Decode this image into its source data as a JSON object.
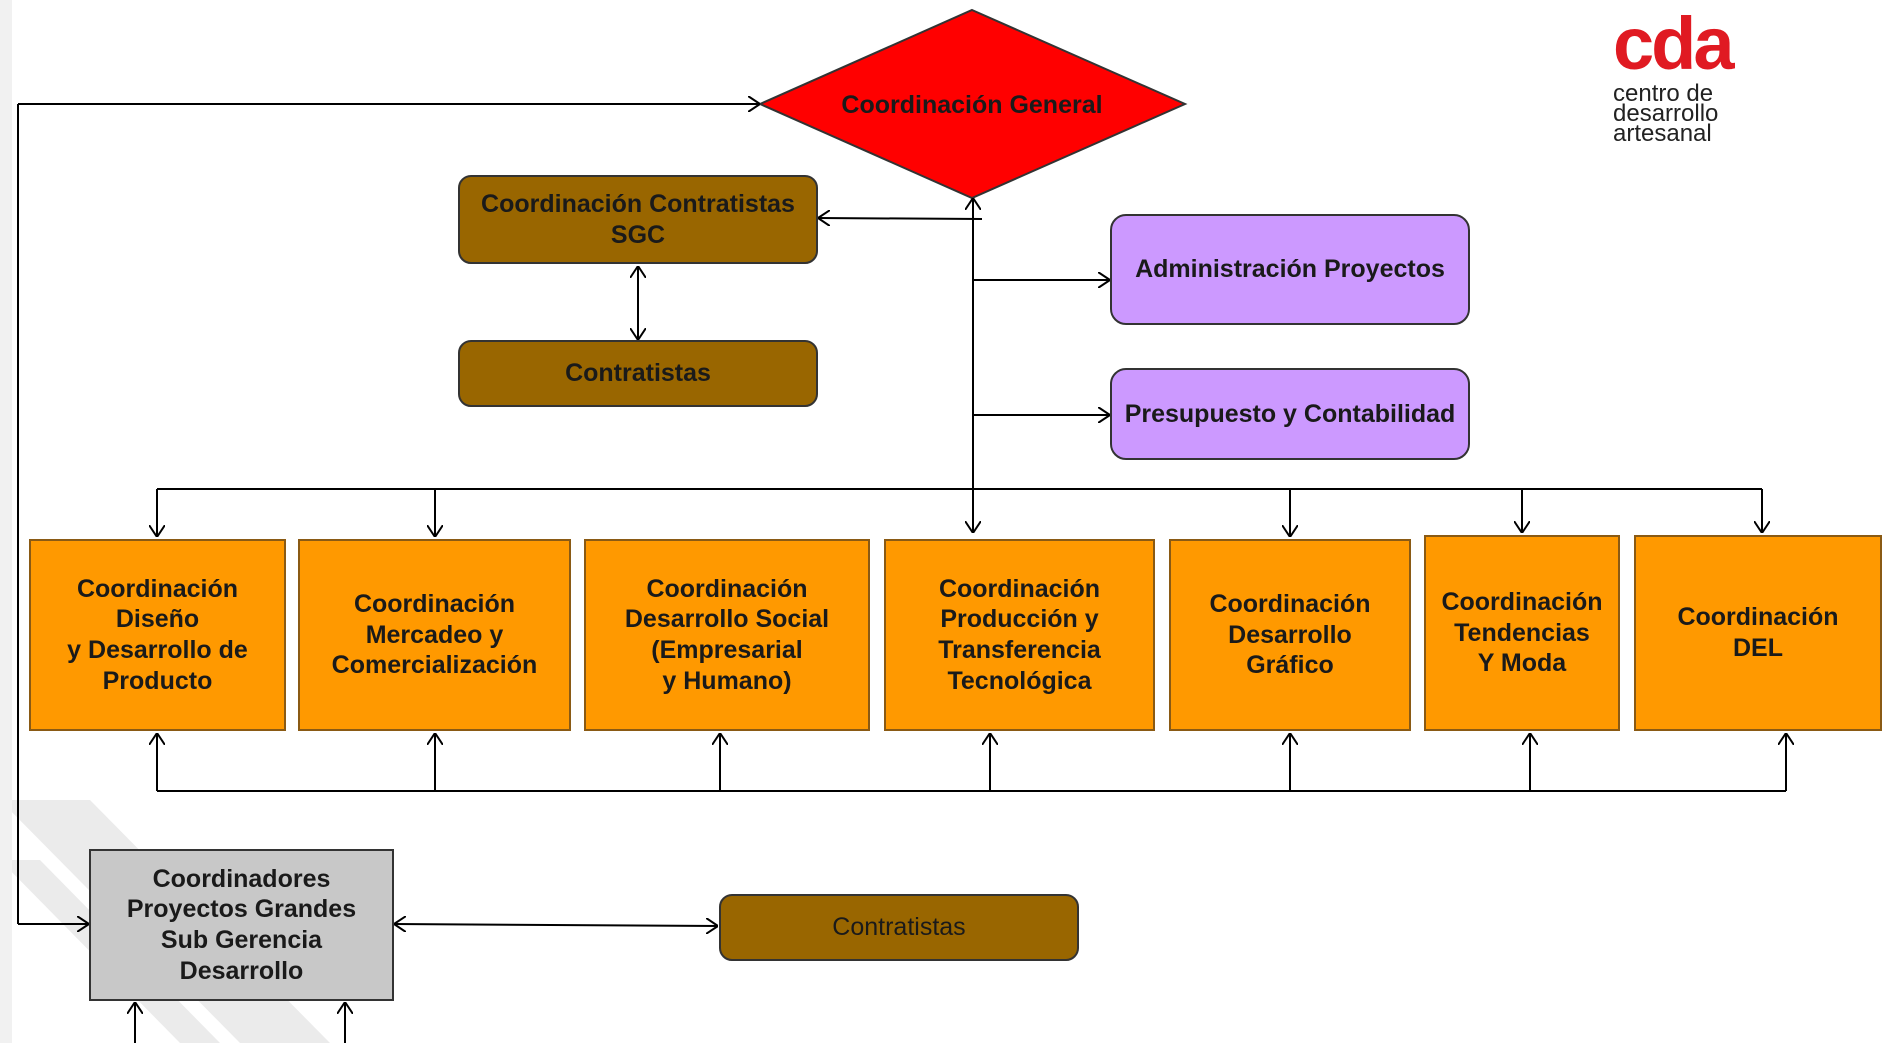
{
  "logo": {
    "mark": "cda",
    "lines": [
      "centro de",
      "desarrollo",
      "artesanal"
    ],
    "color": "#E01A22"
  },
  "colors": {
    "general": "#FF0000",
    "coordinacion": "#FF9900",
    "contratistas": "#996600",
    "administrativo": "#CC99FF",
    "proyectos_grandes": "#C8C8C8"
  },
  "nodes": {
    "general": "Coordinación General",
    "contratistas_sgc": "Coordinación Contratistas\nSGC",
    "contratistas_top": "Contratistas",
    "admin_proyectos": "Administración Proyectos",
    "presupuesto": "Presupuesto y Contabilidad",
    "diseno": "Coordinación\nDiseño\ny  Desarrollo de\nProducto",
    "mercadeo": "Coordinación\nMercadeo y\nComercialización",
    "social": "Coordinación\nDesarrollo  Social\n(Empresarial\ny Humano)",
    "produccion": "Coordinación\nProducción y\nTransferencia\nTecnológica",
    "grafico": "Coordinación\nDesarrollo\nGráfico",
    "tendencias": "Coordinación\nTendencias\nY Moda",
    "del": "Coordinación\nDEL",
    "proyectos_grandes": "Coordinadores\nProyectos Grandes\nSub Gerencia\nDesarrollo",
    "contratistas_bottom": "Contratistas"
  }
}
